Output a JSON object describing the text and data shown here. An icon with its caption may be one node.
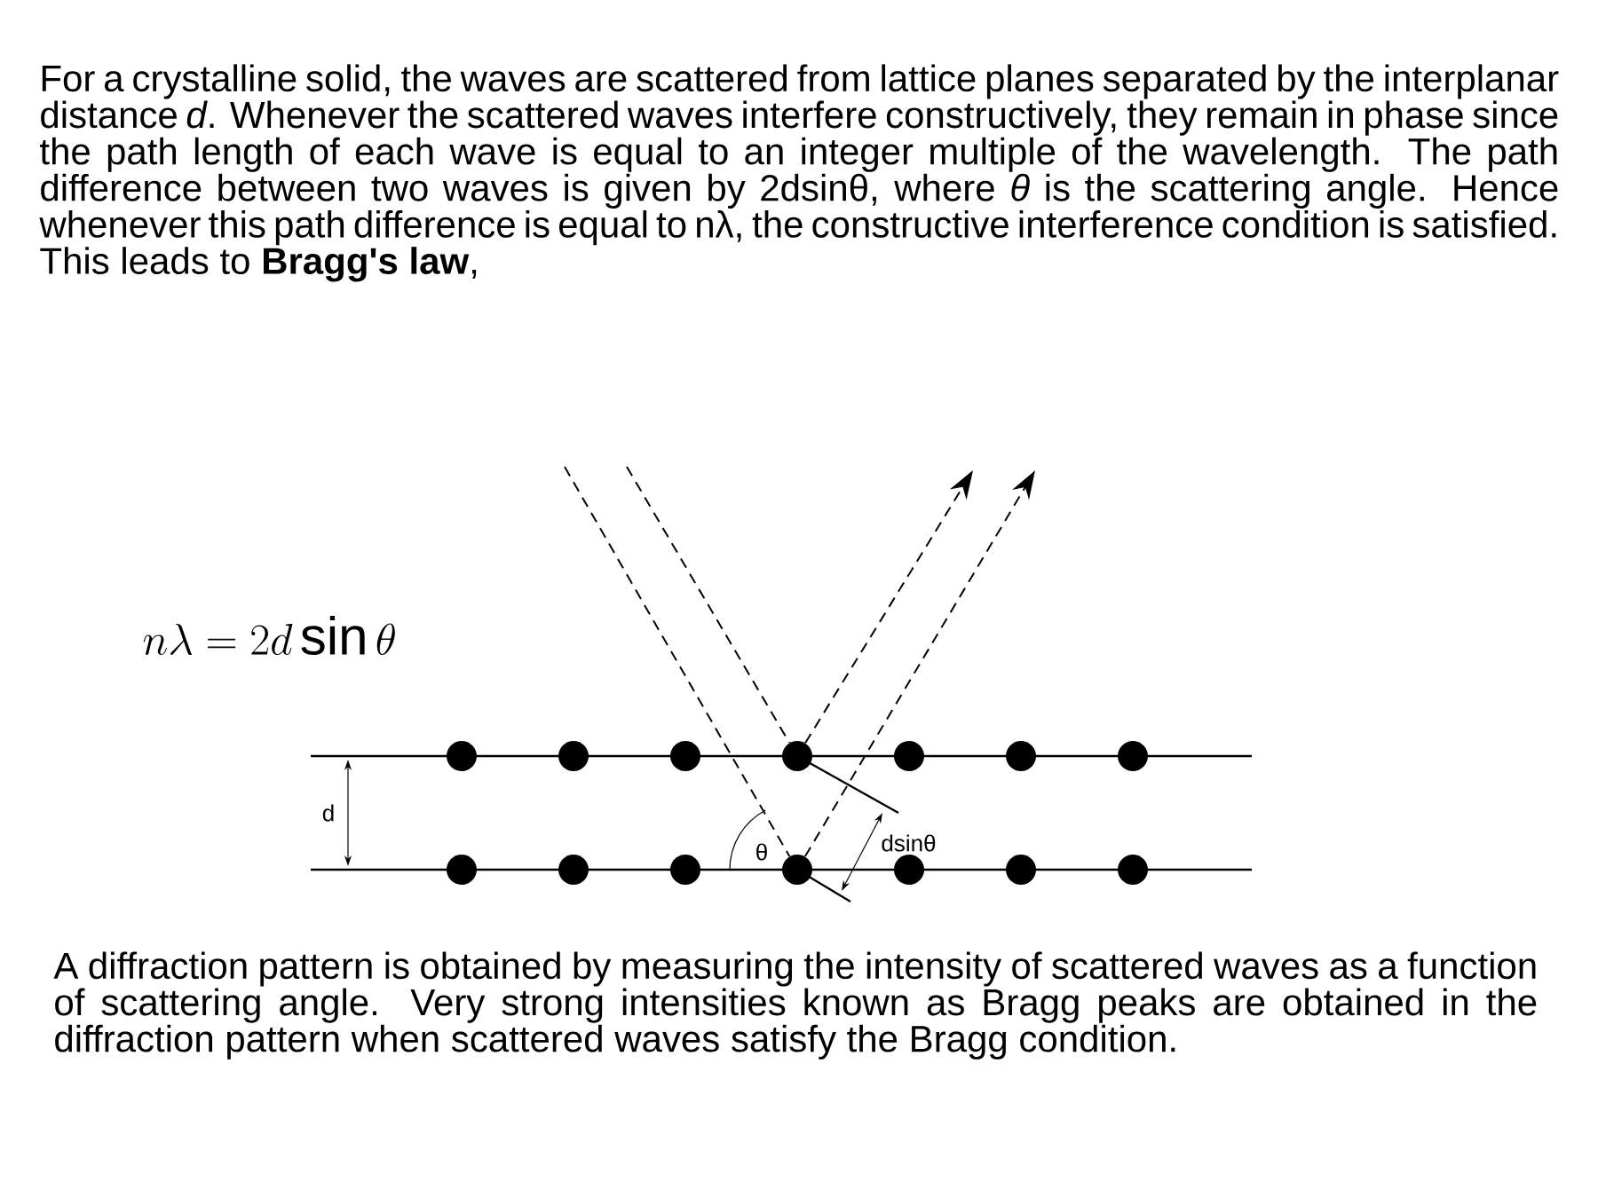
{
  "diagram": {
    "nodes": [
      {
        "text": [],
        "shape": "circle"
      },
      {
        "text": [],
        "shape": "circle"
      },
      {
        "text": [],
        "shape": "circle"
      },
      {
        "text": [],
        "shape": "circle"
      },
      {
        "text": [],
        "shape": "circle"
      },
      {
        "text": [],
        "shape": "circle"
      },
      {
        "text": [],
        "shape": "circle"
      },
      {
        "text": [],
        "shape": "circle"
      },
      {
        "text": [],
        "shape": "circle"
      },
      {
        "text": [],
        "shape": "circle"
      },
      {
        "text": [],
        "shape": "circle"
      },
      {
        "text": [],
        "shape": "circle"
      },
      {
        "text": [],
        "shape": "circle"
      },
      {
        "text": [],
        "shape": "circle"
      }
    ],
    "edges": [
      {
        "from": null,
        "to": 10,
        "arrow": "none",
        "style": "dashed"
      },
      {
        "from": null,
        "to": 3,
        "arrow": "none",
        "style": "dashed"
      },
      {
        "from": 3,
        "to": null,
        "arrow": "to",
        "style": "dashed"
      },
      {
        "from": 10,
        "to": null,
        "arrow": "to",
        "style": "dashed"
      }
    ],
    "labels": [
      "For a crystalline solid, the waves are scattered from lattice planes separated by the interplanar distance *d*. Whenever the scattered waves interfere constructively, they remain in phase since the path length of each wave is equal to an integer multiple of the wavelength. The path difference between two waves is given by 2dsinθ, where *θ* is the scattering angle. Hence whenever this path difference is equal to nλ, the constructive interference condition is satisfied. This leads to **Bragg's law**,",
      "n\\lambda = 2d\\sin\\theta",
      "d",
      "θ",
      "dsinθ",
      "A diffraction pattern is obtained by measuring the intensity of scattered waves as a function of scattering angle. Very strong intensities known as Bragg peaks are obtained in the diffraction pattern when scattered waves satisfy the Bragg condition."
    ]
  }
}
